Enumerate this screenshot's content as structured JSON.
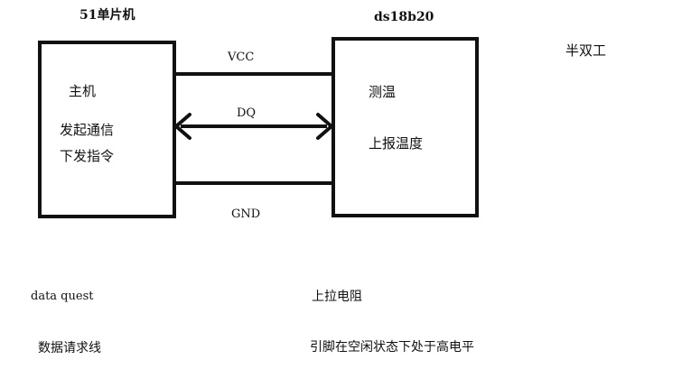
{
  "left_block": {
    "title": "51单片机",
    "role": "主机",
    "line1": "发起通信",
    "line2": "下发指令"
  },
  "right_block": {
    "title": "ds18b20",
    "line1": "测温",
    "line2": "上报温度"
  },
  "mode_label": "半双工",
  "wires": {
    "vcc": "VCC",
    "dq": "DQ",
    "gnd": "GND"
  },
  "notes": {
    "dq_name_en": "data quest",
    "dq_name_cn": "数据请求线",
    "pullup": "上拉电阻",
    "idle_state": "引脚在空闲状态下处于高电平"
  }
}
